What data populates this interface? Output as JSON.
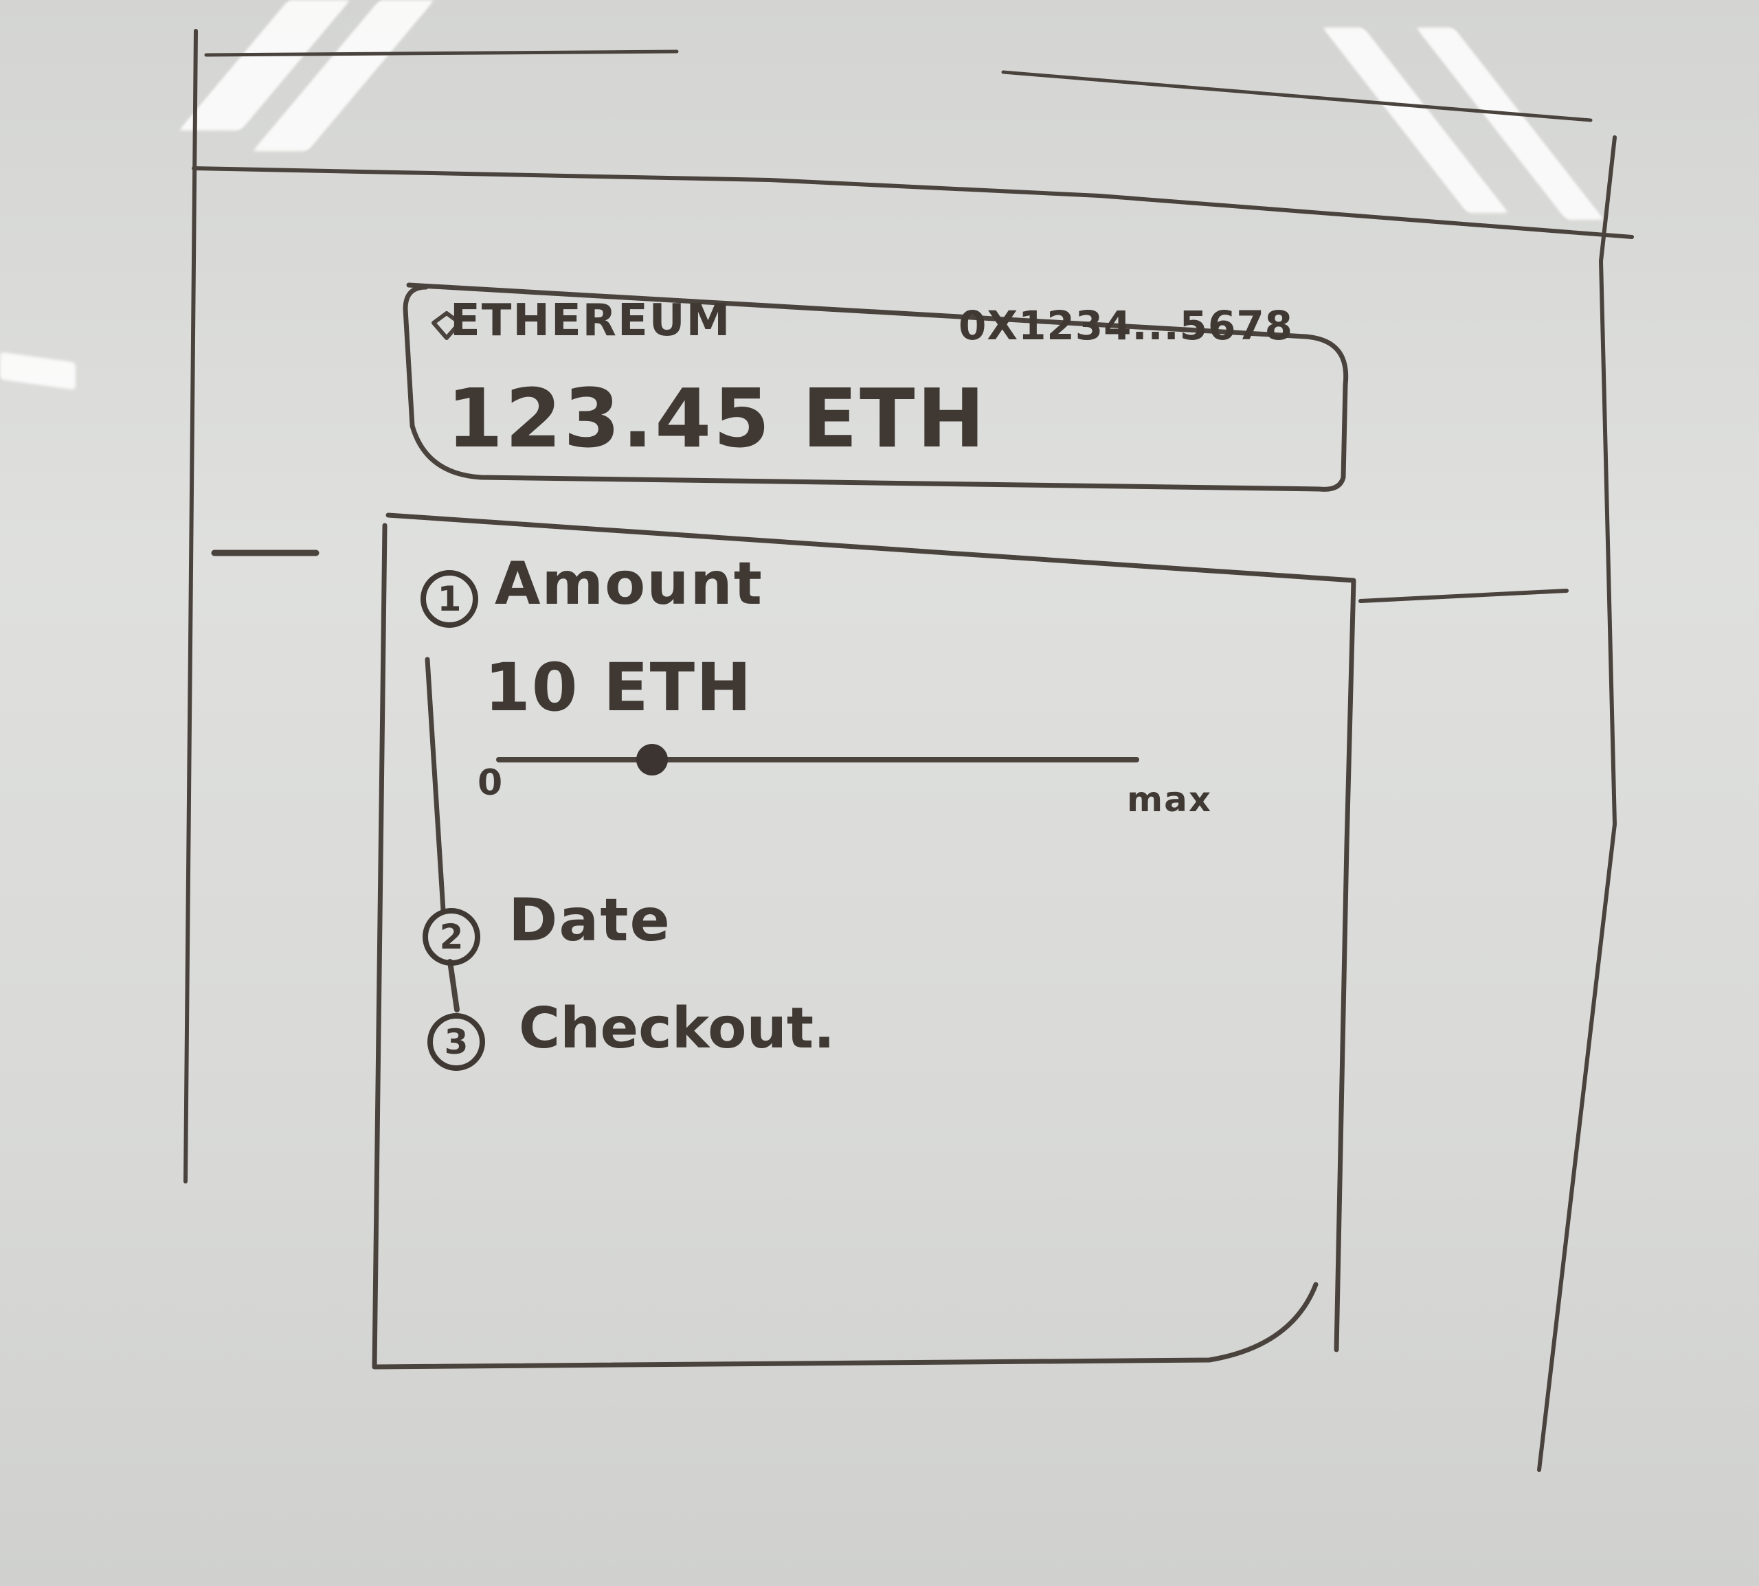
{
  "wallet_card": {
    "network_icon": "diamond-icon",
    "network_name": "ETHEREUM",
    "address": "0X1234...5678",
    "balance": "123.45 ETH"
  },
  "stepper": {
    "steps": [
      {
        "number": "1",
        "label": "Amount"
      },
      {
        "number": "2",
        "label": "Date"
      },
      {
        "number": "3",
        "label": "Checkout."
      }
    ],
    "amount": {
      "value": "10 ETH",
      "slider_min_label": "0",
      "slider_max_label": "max",
      "slider_fraction": 0.24
    }
  }
}
